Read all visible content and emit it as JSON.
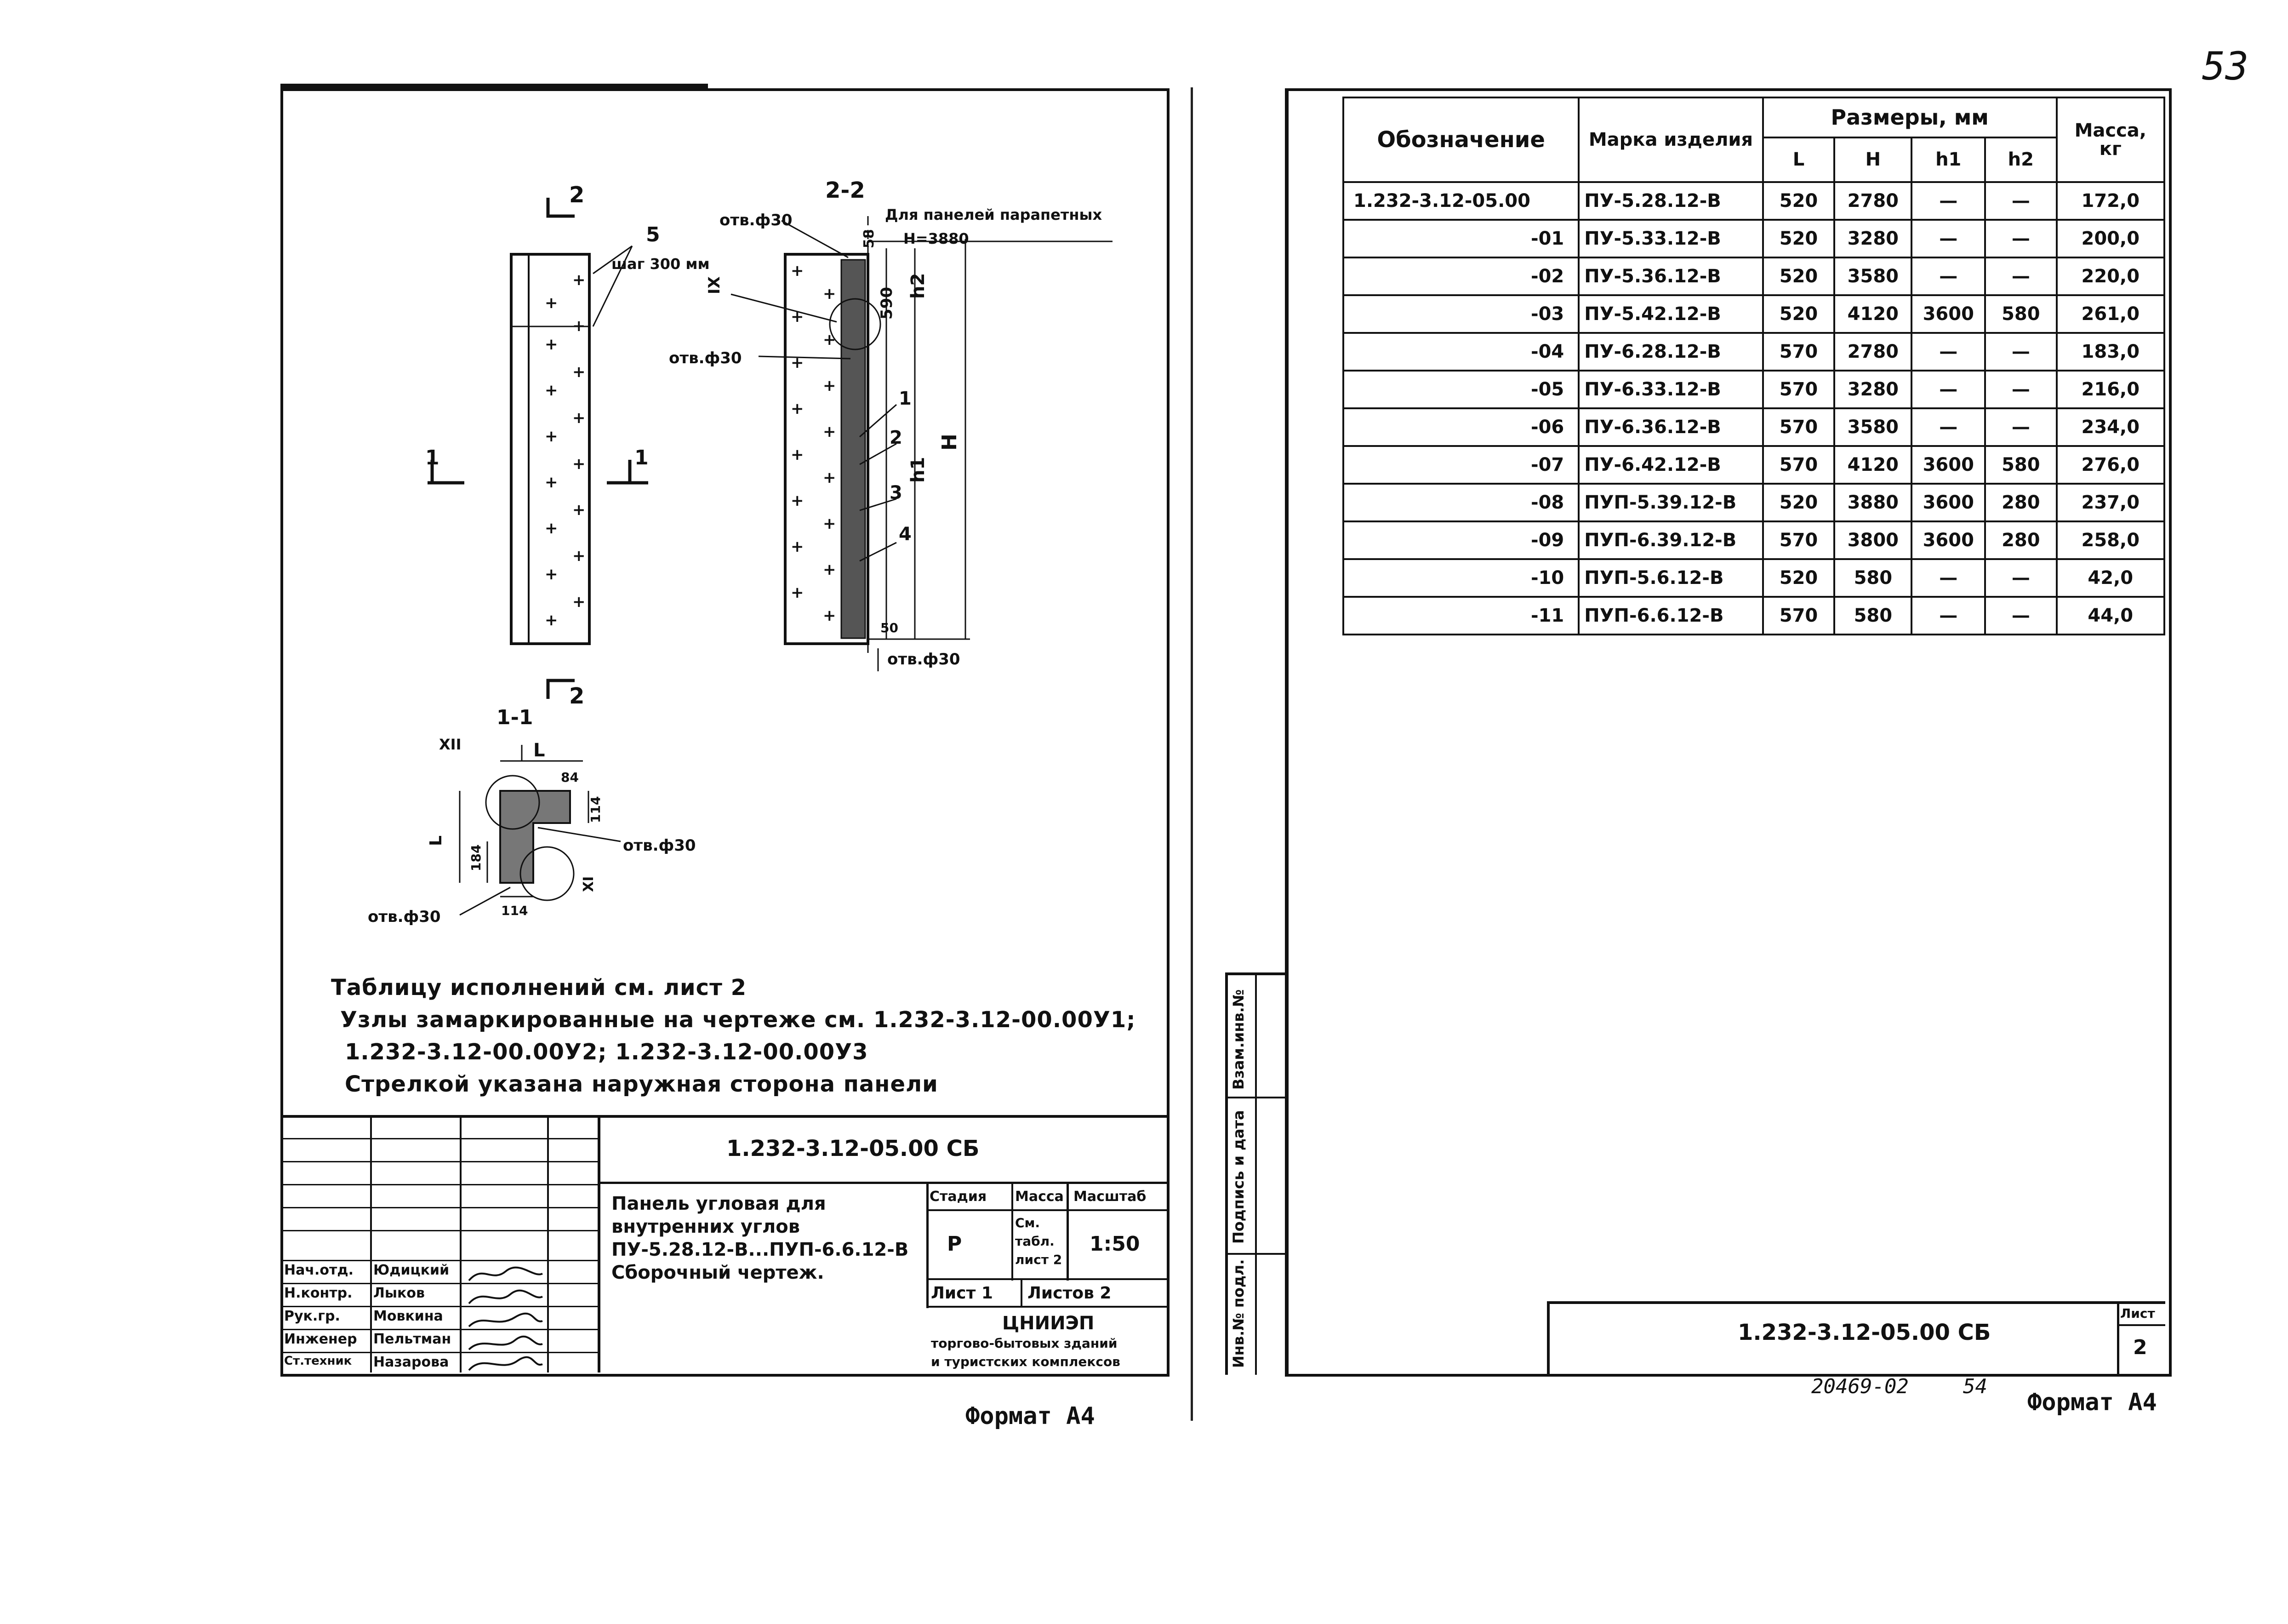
{
  "page_number": "53",
  "left_sheet": {
    "section_2_2": "2-2",
    "section_1_1": "1-1",
    "cut_mark_2": "2",
    "cut_mark_1": "1",
    "callout_5": "5",
    "callout_1": "1",
    "callout_2": "2",
    "callout_3": "3",
    "callout_4": "4",
    "step_label": "шаг 300 мм",
    "parapet_label": "Для панелей парапетных",
    "h_value": "H=3880",
    "dim_58": "58",
    "dim_590": "590",
    "dim_h2": "h2",
    "dim_h1": "h1",
    "dim_H": "H",
    "dim_50": "50",
    "node_IX": "IX",
    "node_XII": "XII",
    "node_XI": "XI",
    "dim_L": "L",
    "dim_L_small": "L",
    "dim_84": "84",
    "dim_114a": "114",
    "dim_114b": "114",
    "dim_184": "184",
    "hole_labels": [
      "отв.ф30",
      "отв.ф30",
      "отв.ф30",
      "отв.ф30",
      "отв.ф30"
    ],
    "notes": [
      "Таблицу исполнений см. лист 2",
      "Узлы замаркированные на чертеже см. 1.232-3.12-00.00У1;",
      "1.232-3.12-00.00У2;  1.232-3.12-00.00У3",
      "Стрелкой указана наружная сторона панели"
    ],
    "title_block": {
      "doc_code": "1.232-3.12-05.00 СБ",
      "title_lines": [
        "Панель угловая для",
        "внутренних углов",
        "ПУ-5.28.12-В...ПУП-6.6.12-В",
        "Сборочный чертеж."
      ],
      "stage_header": "Стадия",
      "mass_header": "Масса",
      "scale_header": "Масштаб",
      "stage_value": "Р",
      "mass_value": "См. табл. лист 2",
      "scale_value": "1:50",
      "sheet_label": "Лист 1",
      "sheets_label": "Листов 2",
      "org_name": "ЦНИИЭП",
      "org_sub1": "торгово-бытовых зданий",
      "org_sub2": "и туристских комплексов",
      "staff": [
        {
          "role": "Нач.отд.",
          "name": "Юдицкий"
        },
        {
          "role": "Н.контр.",
          "name": "Лыков"
        },
        {
          "role": "Рук.гр.",
          "name": "Мовкина"
        },
        {
          "role": "Инженер",
          "name": "Пельтман"
        },
        {
          "role": "Ст.техник",
          "name": "Назарова"
        }
      ]
    },
    "format_label": "Формат А4"
  },
  "right_sheet": {
    "table": {
      "header_designation": "Обозначение",
      "header_mark": "Марка изделия",
      "header_sizes": "Размеры, мм",
      "header_mass": "Масса, кг",
      "sub_headers": [
        "L",
        "H",
        "h1",
        "h2"
      ],
      "rows": [
        {
          "designation": "1.232-3.12-05.00",
          "mark": "ПУ-5.28.12-В",
          "L": "520",
          "H": "2780",
          "h1": "—",
          "h2": "—",
          "mass": "172,0"
        },
        {
          "designation": "-01",
          "mark": "ПУ-5.33.12-В",
          "L": "520",
          "H": "3280",
          "h1": "—",
          "h2": "—",
          "mass": "200,0"
        },
        {
          "designation": "-02",
          "mark": "ПУ-5.36.12-В",
          "L": "520",
          "H": "3580",
          "h1": "—",
          "h2": "—",
          "mass": "220,0"
        },
        {
          "designation": "-03",
          "mark": "ПУ-5.42.12-В",
          "L": "520",
          "H": "4120",
          "h1": "3600",
          "h2": "580",
          "mass": "261,0"
        },
        {
          "designation": "-04",
          "mark": "ПУ-6.28.12-В",
          "L": "570",
          "H": "2780",
          "h1": "—",
          "h2": "—",
          "mass": "183,0"
        },
        {
          "designation": "-05",
          "mark": "ПУ-6.33.12-В",
          "L": "570",
          "H": "3280",
          "h1": "—",
          "h2": "—",
          "mass": "216,0"
        },
        {
          "designation": "-06",
          "mark": "ПУ-6.36.12-В",
          "L": "570",
          "H": "3580",
          "h1": "—",
          "h2": "—",
          "mass": "234,0"
        },
        {
          "designation": "-07",
          "mark": "ПУ-6.42.12-В",
          "L": "570",
          "H": "4120",
          "h1": "3600",
          "h2": "580",
          "mass": "276,0"
        },
        {
          "designation": "-08",
          "mark": "ПУП-5.39.12-В",
          "L": "520",
          "H": "3880",
          "h1": "3600",
          "h2": "280",
          "mass": "237,0"
        },
        {
          "designation": "-09",
          "mark": "ПУП-6.39.12-В",
          "L": "570",
          "H": "3800",
          "h1": "3600",
          "h2": "280",
          "mass": "258,0"
        },
        {
          "designation": "-10",
          "mark": "ПУП-5.6.12-В",
          "L": "520",
          "H": "580",
          "h1": "—",
          "h2": "—",
          "mass": "42,0"
        },
        {
          "designation": "-11",
          "mark": "ПУП-6.6.12-В",
          "L": "570",
          "H": "580",
          "h1": "—",
          "h2": "—",
          "mass": "44,0"
        }
      ]
    },
    "side_stamps": [
      "Инв.№ подл.",
      "Подпись и дата",
      "Взам.инв.№"
    ],
    "doc_code": "1.232-3.12-05.00 СБ",
    "sheet_header": "Лист",
    "sheet_value": "2",
    "archive_number": "20469-02",
    "archive_page": "54",
    "format_label": "Формат А4"
  }
}
